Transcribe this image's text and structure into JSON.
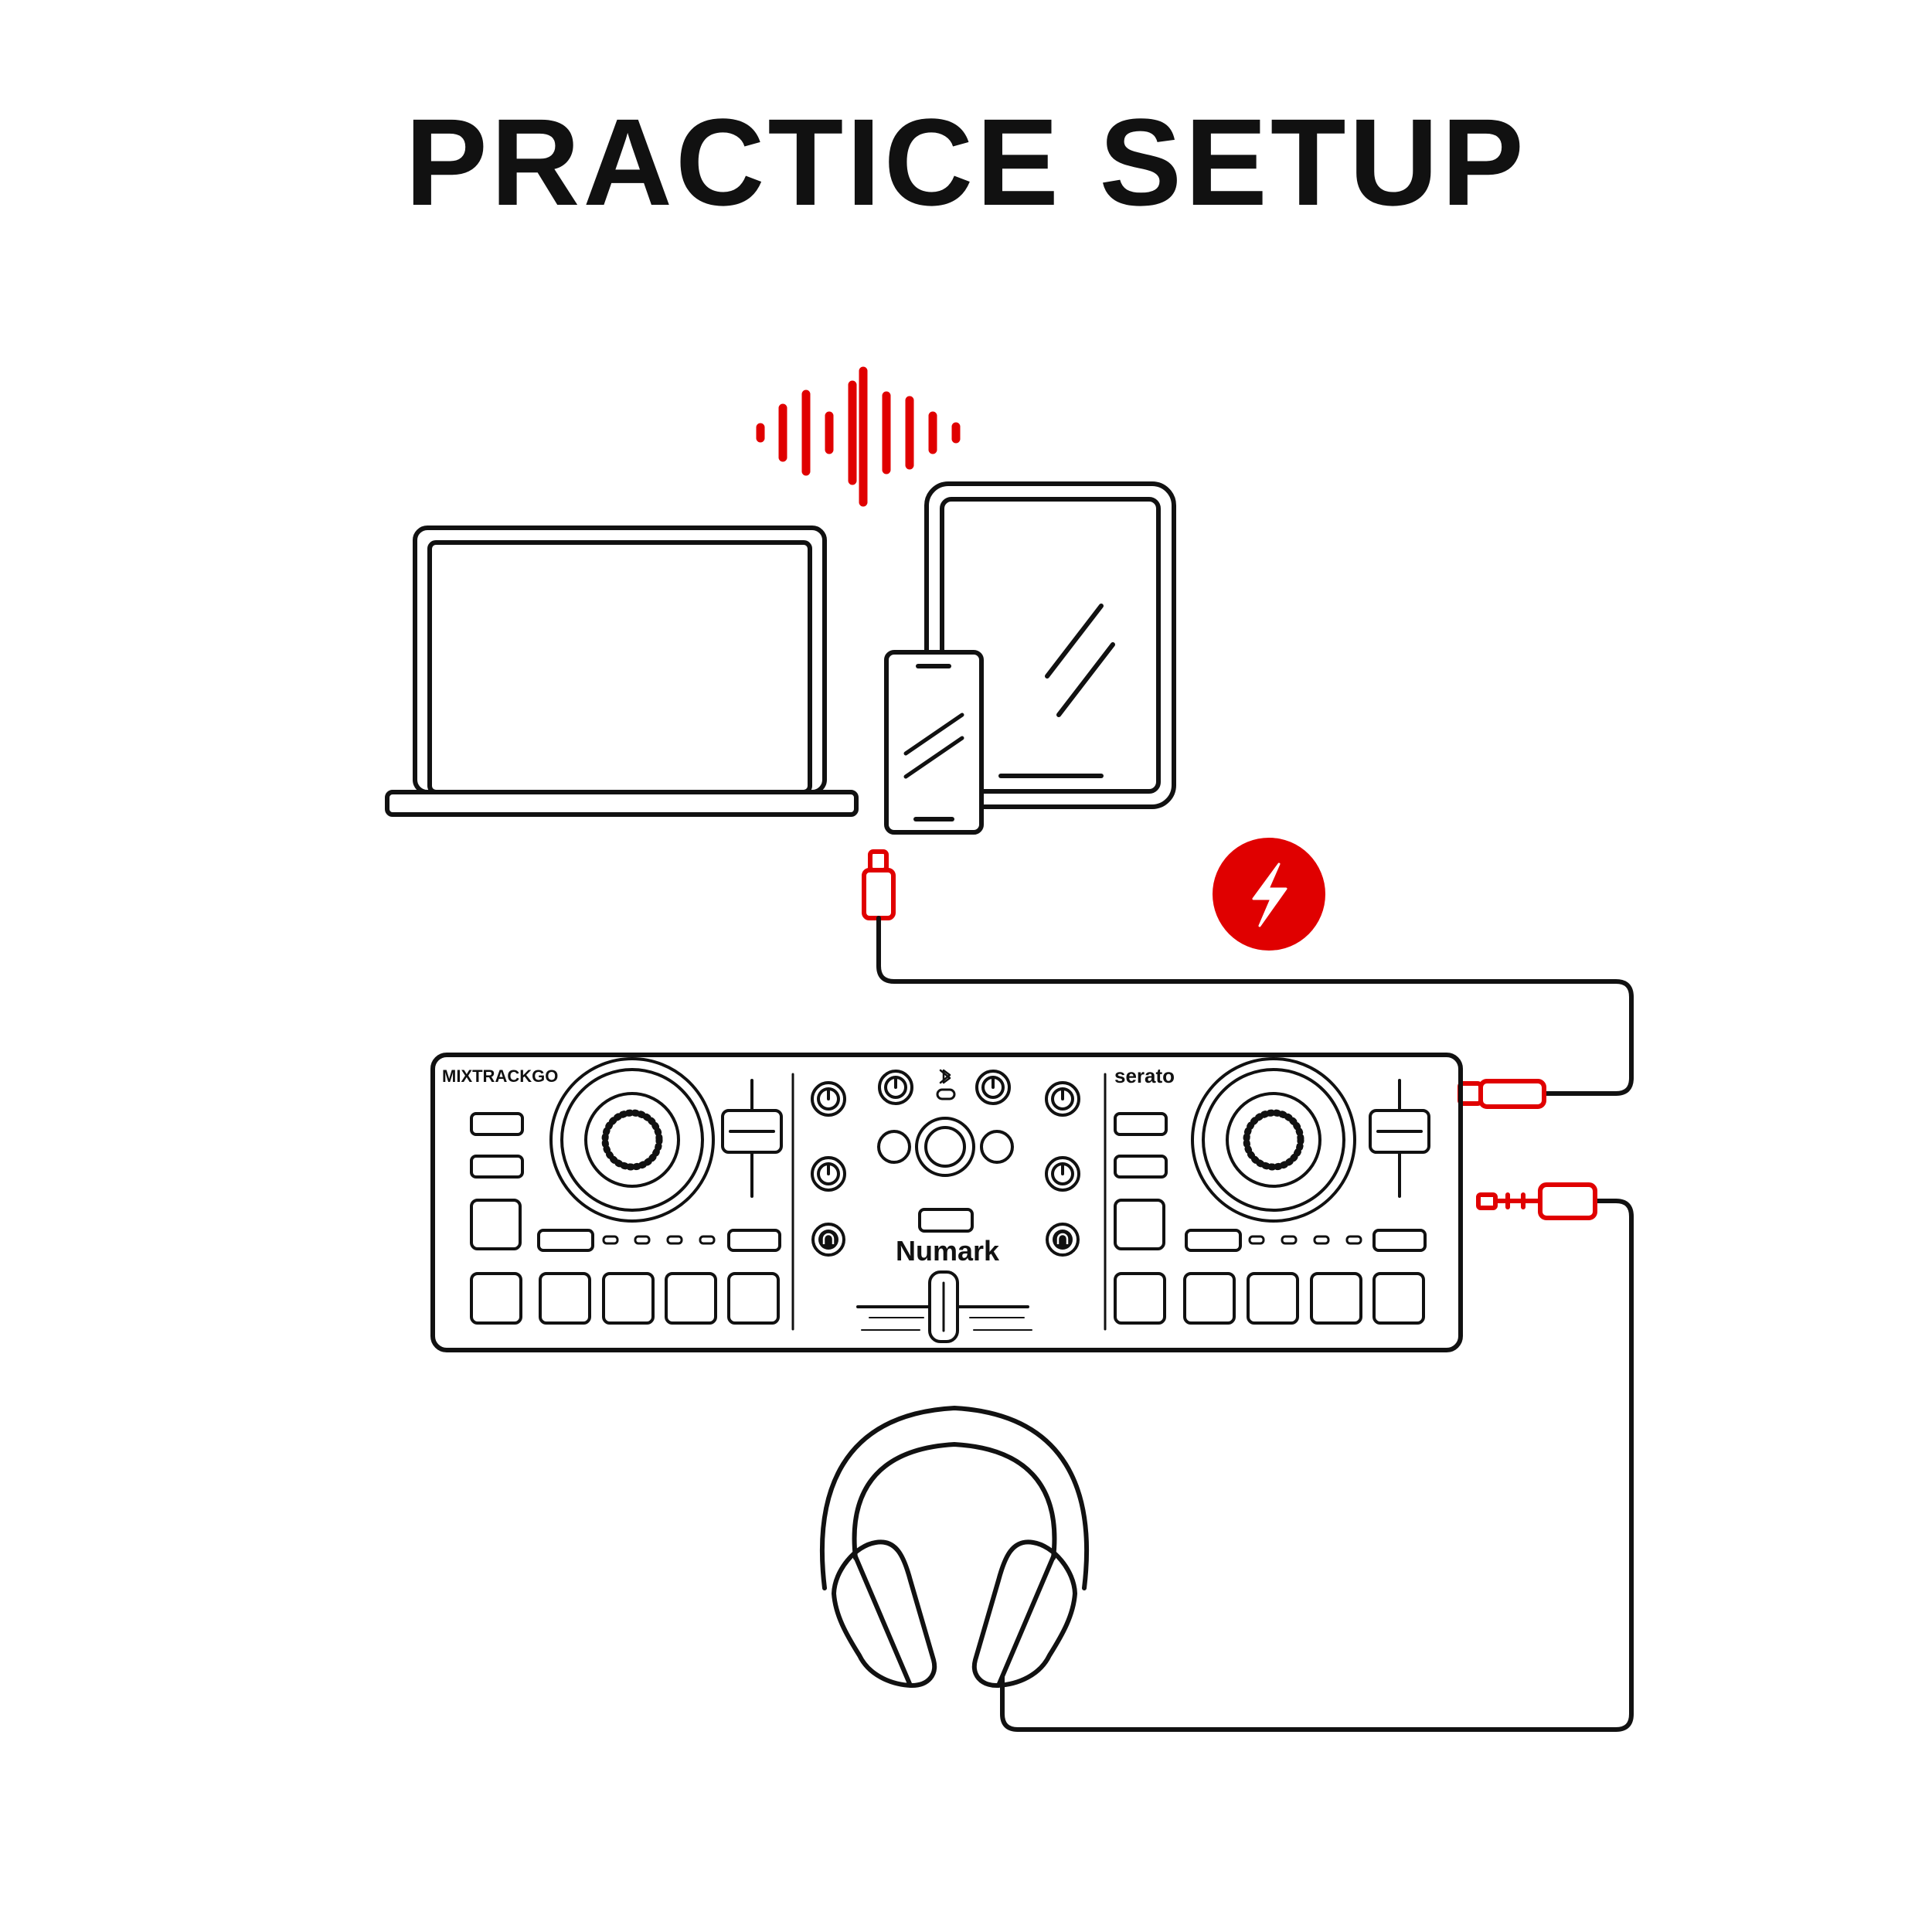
{
  "title": "PRACTICE SETUP",
  "controller": {
    "model_label": "MIXTRACKGO",
    "software_label": "serato",
    "brand_label": "Numark"
  },
  "colors": {
    "accent": "#e00000",
    "line": "#111111",
    "background": "#ffffff"
  },
  "icons": [
    "sound-wave-icon",
    "laptop-icon",
    "tablet-icon",
    "phone-icon",
    "usb-c-plug-icon",
    "power-bolt-icon",
    "usb-plug-icon",
    "audio-jack-icon",
    "headphones-icon",
    "bluetooth-icon"
  ]
}
